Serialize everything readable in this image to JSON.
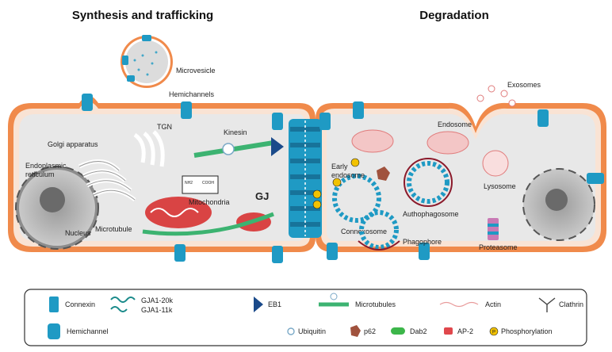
{
  "headings": {
    "left": "Synthesis and trafficking",
    "right": "Degradation"
  },
  "labels": {
    "microvesicle": "Microvesicle",
    "hemichannels": "Hemichannels",
    "tgn": "TGN",
    "golgi": "Golgi apparatus",
    "er": [
      "Endoplasmic",
      "reticulum"
    ],
    "kinesin": "Kinesin",
    "mitochondria": "Mitochondria",
    "microtubule": "Microtubule",
    "nucleus": "Nucleus",
    "gj": "GJ",
    "early_endosome": [
      "Early",
      "endosome"
    ],
    "endosome": "Endosome",
    "exosomes": "Exosomes",
    "lysosome": "Lysosome",
    "connexosome": "Connexosome",
    "autophagosome": "Authophagosome",
    "phagophore": "Phagophore",
    "proteasome": "Proteasome",
    "mito_inset": [
      "NH2",
      "COOH"
    ]
  },
  "legend": {
    "connexin": "Connexin",
    "gja1": [
      "GJA1-20k",
      "GJA1-11k"
    ],
    "eb1": "EB1",
    "microtubules": "Microtubules",
    "actin": "Actin",
    "clathrin": "Clathrin",
    "hemichannel": "Hemichannel",
    "ubiquitin": "Ubiquitin",
    "p62": "p62",
    "dab2": "Dab2",
    "ap2": "AP-2",
    "phosphorylation": "Phosphorylation",
    "phospho_symbol": "P"
  },
  "colors": {
    "membrane": "#f08a4b",
    "cytoplasm": "#ececec",
    "connexin": "#1f9ac4",
    "connexin_dark": "#17739a",
    "mito": "#d94444",
    "microtubule": "#3cb371",
    "endosome": "#f3c6c6",
    "phosphate": "#f2c200",
    "p62": "#a0523d",
    "dab2": "#3cb64a",
    "ap2": "#e0474c"
  }
}
